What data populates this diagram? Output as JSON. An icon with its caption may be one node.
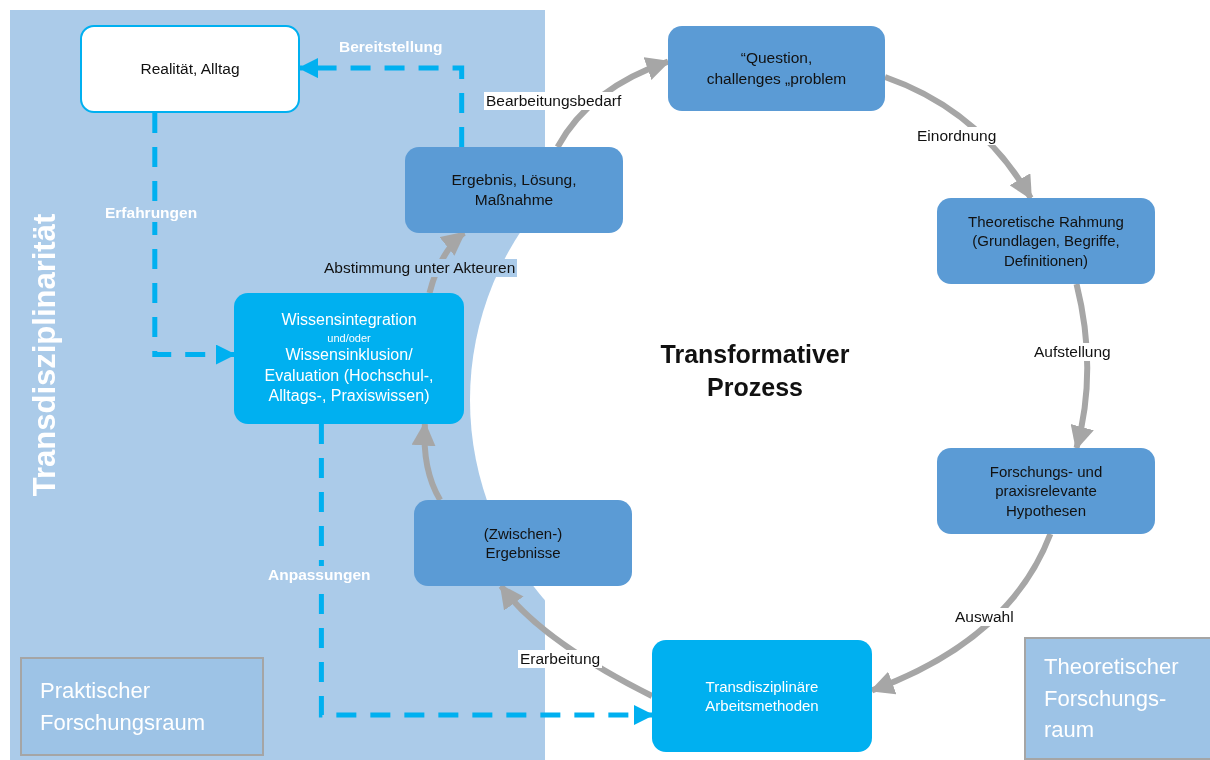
{
  "diagram": {
    "nodes": [
      {
        "text": [
          "Realität, Alltag"
        ]
      },
      {
        "text": [
          "“Question, challenges „problem"
        ]
      },
      {
        "text": [
          "Theoretische Rahmung (Grundlagen, Begriffe, Definitionen)"
        ]
      },
      {
        "text": [
          "Forschungs- und praxisrelevante Hypothesen"
        ]
      },
      {
        "text": [
          "Transdisziplinäre Arbeitsmethoden"
        ]
      },
      {
        "text": [
          "(Zwischen-) Ergebnisse"
        ]
      },
      {
        "text": [
          "Wissensintegration",
          "und/oder",
          "Wissensinklusion/ Evaluation (Hochschul-, Alltags-, Praxiswissen)"
        ]
      },
      {
        "text": [
          "Ergebnis, Lösung, Maßnahme"
        ]
      },
      {
        "text": [
          "Praktischer Forschungsraum"
        ]
      },
      {
        "text": [
          "Theoretischer Forschungs- raum"
        ]
      }
    ],
    "edges": [
      {
        "from": 7,
        "to": 1,
        "arrow": "to",
        "label": "Bearbeitungsbedarf"
      },
      {
        "from": 1,
        "to": 2,
        "arrow": "to",
        "label": "Einordnung"
      },
      {
        "from": 2,
        "to": 3,
        "arrow": "to",
        "label": "Aufstellung"
      },
      {
        "from": 3,
        "to": 4,
        "arrow": "to",
        "label": "Auswahl"
      },
      {
        "from": 4,
        "to": 5,
        "arrow": "to",
        "label": "Erarbeitung"
      },
      {
        "from": 5,
        "to": 6,
        "arrow": "to"
      },
      {
        "from": 6,
        "to": 7,
        "arrow": "to",
        "label": "Abstimmung unter Akteuren"
      },
      {
        "from": 7,
        "to": 0,
        "arrow": "to",
        "label": "Bereitstellung",
        "style": "dashed",
        "color": "#00b0f0"
      },
      {
        "from": 0,
        "to": 6,
        "arrow": "to",
        "label": "Erfahrungen",
        "style": "dashed",
        "color": "#00b0f0"
      },
      {
        "from": 6,
        "to": 4,
        "arrow": "to",
        "label": "Anpassungen",
        "style": "dashed",
        "color": "#00b0f0"
      }
    ],
    "labels": [
      "Transdisziplinarität",
      "Transformativer Prozess"
    ]
  }
}
